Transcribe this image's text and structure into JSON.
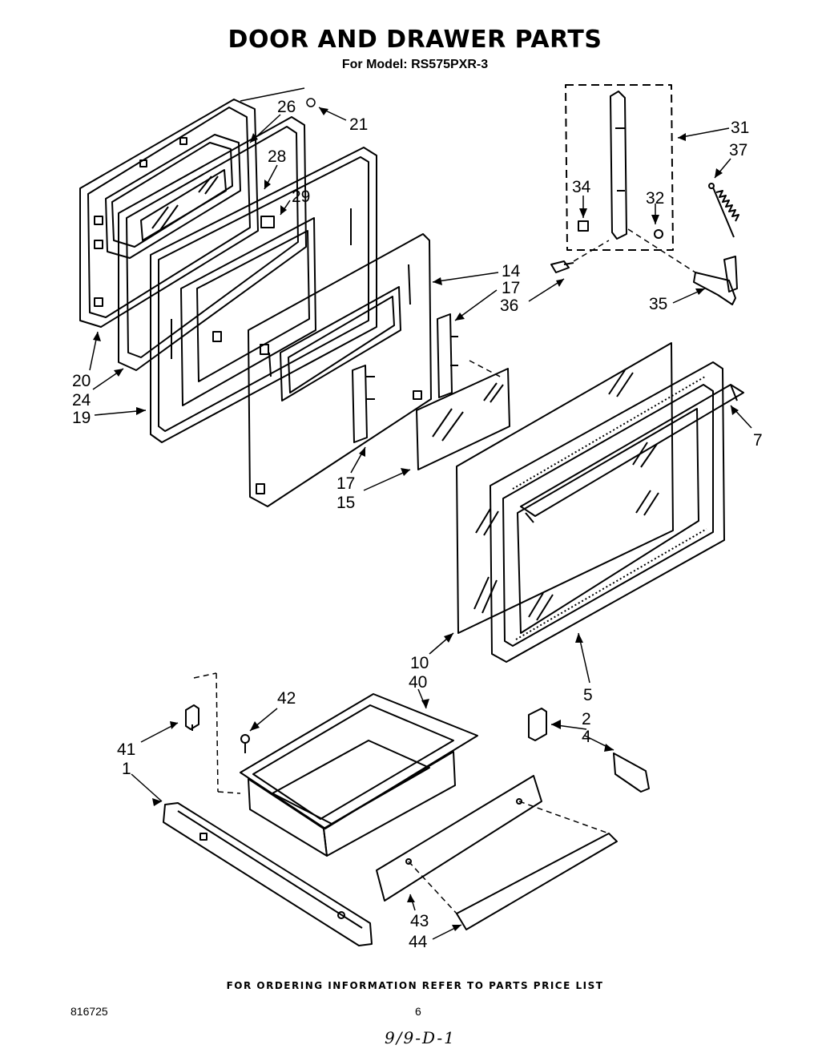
{
  "title": "DOOR AND DRAWER PARTS",
  "subtitle": "For Model: RS575PXR-3",
  "footer": {
    "ordering_note": "FOR ORDERING INFORMATION REFER TO PARTS PRICE LIST",
    "doc_number": "816725",
    "page_number": "6",
    "handwritten_code": "9/9-D-1"
  },
  "callouts": {
    "c21": "21",
    "c26": "26",
    "c28": "28",
    "c29": "29",
    "c31": "31",
    "c37": "37",
    "c34": "34",
    "c32": "32",
    "c14": "14",
    "c17a": "17",
    "c36": "36",
    "c35": "35",
    "c20": "20",
    "c24": "24",
    "c19": "19",
    "c7": "7",
    "c17b": "17",
    "c15": "15",
    "c10": "10",
    "c40": "40",
    "c5": "5",
    "c42": "42",
    "c2": "2",
    "c4": "4",
    "c41": "41",
    "c1": "1",
    "c43": "43",
    "c44": "44"
  }
}
